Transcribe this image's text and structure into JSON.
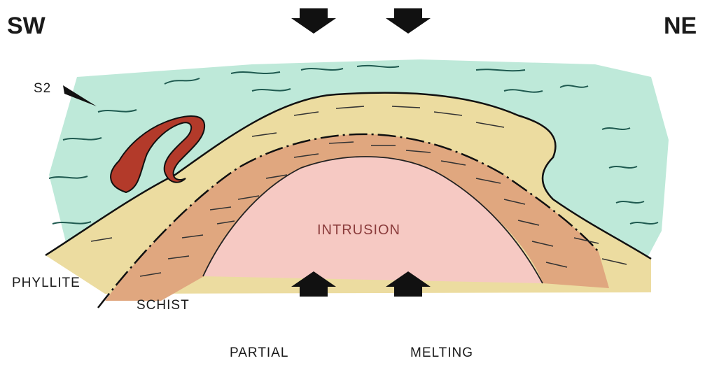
{
  "labels": {
    "sw": "SW",
    "ne": "NE",
    "s2": "S2",
    "phyllite": "PHYLLITE",
    "schist": "SCHIST",
    "intrusion": "INTRUSION",
    "partial": "PARTIAL",
    "melting": "MELTING"
  },
  "colors": {
    "phyllite_zone": "#a8e2cc",
    "outer_band": "#ecdca0",
    "schist_band": "#e0a77f",
    "intrusion": "#f6c9c3",
    "folded_layer": "#b33a2a",
    "foliation": "#1f5a50",
    "ink": "#111111"
  },
  "icons": [
    "arrow-down-icon",
    "arrow-up-icon",
    "s2-pointer-icon"
  ]
}
